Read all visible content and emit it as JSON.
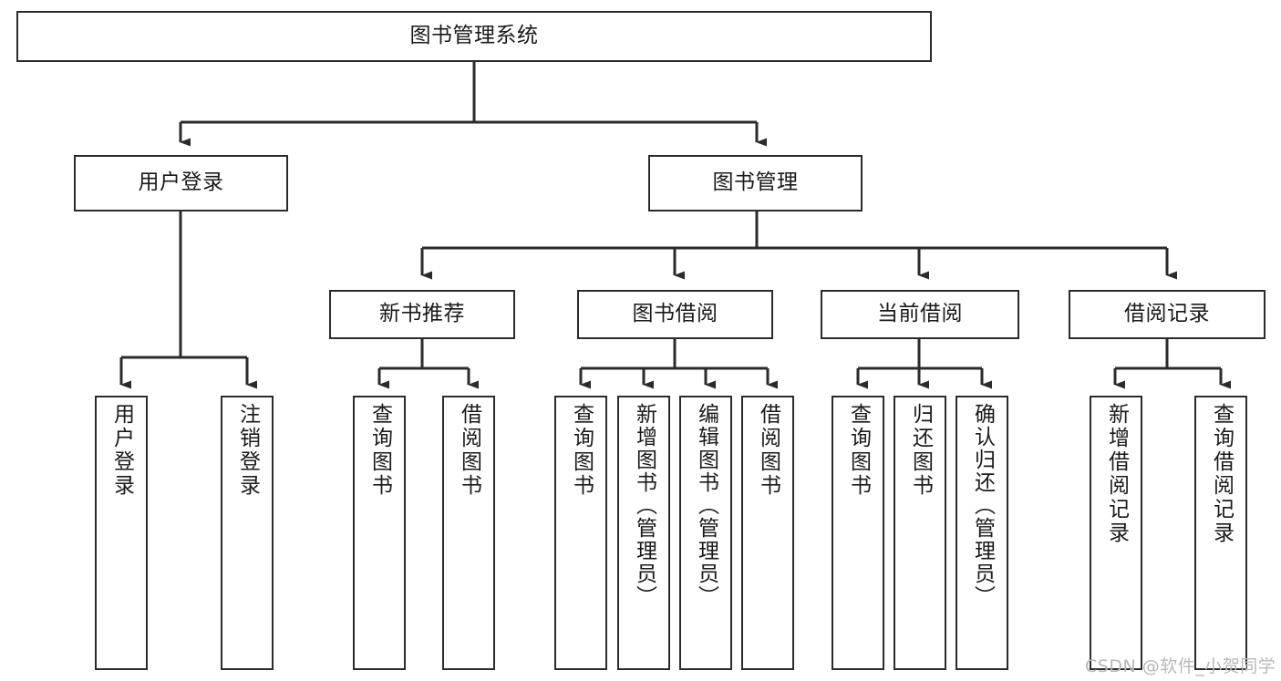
{
  "diagram": {
    "title": "图书管理系统",
    "type": "hierarchy-tree",
    "levels": 4,
    "colors": {
      "stroke": "#2b2b2b",
      "fill": "#ffffff",
      "text": "#1a1a1a",
      "watermark": "#b8b8b8"
    },
    "nodes": {
      "root": {
        "label": "图书管理系统"
      },
      "level2": [
        {
          "id": "user-login",
          "label": "用户登录"
        },
        {
          "id": "book-management",
          "label": "图书管理"
        }
      ],
      "level3": [
        {
          "id": "new-book-recommend",
          "label": "新书推荐"
        },
        {
          "id": "book-borrow",
          "label": "图书借阅"
        },
        {
          "id": "current-borrow",
          "label": "当前借阅"
        },
        {
          "id": "borrow-record",
          "label": "借阅记录"
        }
      ],
      "leaves": [
        {
          "id": "leaf-user-login",
          "label": "用户登录",
          "parent": "user-login"
        },
        {
          "id": "leaf-logout-login",
          "label": "注销登录",
          "parent": "user-login"
        },
        {
          "id": "leaf-query-book-1",
          "label": "查询图书",
          "parent": "new-book-recommend"
        },
        {
          "id": "leaf-borrow-book-1",
          "label": "借阅图书",
          "parent": "new-book-recommend"
        },
        {
          "id": "leaf-query-book-2",
          "label": "查询图书",
          "parent": "book-borrow"
        },
        {
          "id": "leaf-add-book",
          "label": "新增图书（管理员）",
          "parent": "book-borrow"
        },
        {
          "id": "leaf-edit-book",
          "label": "编辑图书（管理员）",
          "parent": "book-borrow"
        },
        {
          "id": "leaf-borrow-book-2",
          "label": "借阅图书",
          "parent": "book-borrow"
        },
        {
          "id": "leaf-query-book-3",
          "label": "查询图书",
          "parent": "current-borrow"
        },
        {
          "id": "leaf-return-book",
          "label": "归还图书",
          "parent": "current-borrow"
        },
        {
          "id": "leaf-confirm-return",
          "label": "确认归还（管理员）",
          "parent": "current-borrow"
        },
        {
          "id": "leaf-add-record",
          "label": "新增借阅记录",
          "parent": "borrow-record"
        },
        {
          "id": "leaf-query-record",
          "label": "查询借阅记录",
          "parent": "borrow-record"
        }
      ]
    },
    "watermark": "CSDN @软件_小贺同学"
  }
}
